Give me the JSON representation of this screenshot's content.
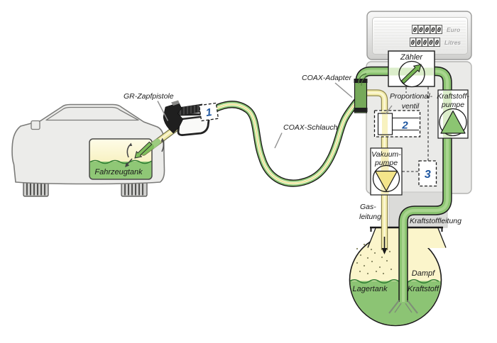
{
  "labels": {
    "nozzle": "GR-Zapfpistole",
    "vehicle_tank": "Fahrzeugtank",
    "coax_hose": "COAX-Schlauch",
    "coax_adapter": "COAX-Adapter",
    "counter": "Zähler",
    "prop_valve_1": "Proportional-",
    "prop_valve_2": "ventil",
    "fuel_pump_1": "Kraftstoff-",
    "fuel_pump_2": "pumpe",
    "vacuum_pump_1": "Vakuum-",
    "vacuum_pump_2": "pumpe",
    "gas_line_1": "Gas-",
    "gas_line_2": "leitung",
    "fuel_line": "Kraftstoffleitung",
    "storage_tank": "Lagertank",
    "vapor": "Dampf",
    "fuel": "Kraftstoff"
  },
  "markers": {
    "one": "1",
    "two": "2",
    "three": "3"
  },
  "display": {
    "euro_label": "Euro",
    "litres_label": "Litres",
    "euro_digits": [
      "0",
      "0",
      "0",
      "0",
      "0"
    ],
    "litres_digits": [
      "0",
      "0",
      "0",
      "0",
      "0"
    ]
  },
  "colors": {
    "pipe_green": "#8cc572",
    "pipe_green_light": "#a9d58f",
    "pipe_yellow": "#f2eba9",
    "pipe_yellow_light": "#fbf7d6",
    "vapor_fill": "#fbf5cb",
    "liquid_green": "#8cc474",
    "marker_blue": "#1e56a0",
    "dispenser_gray": "#eaeae8",
    "band_green": "#dceecb",
    "band_yellow": "#f7f0be"
  }
}
